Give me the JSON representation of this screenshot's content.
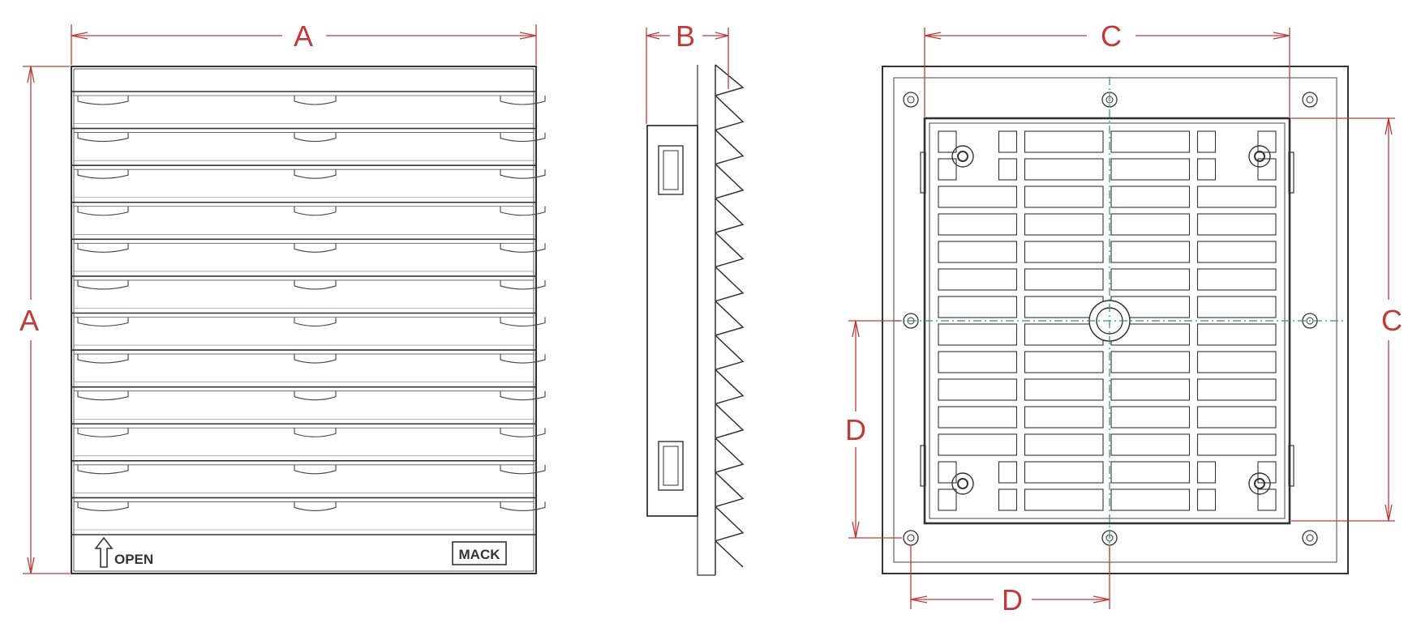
{
  "colors": {
    "outline": "#333333",
    "dimension": "#c03a3a",
    "centerline": "#2e9a4a"
  },
  "labels": {
    "front_width": "A",
    "front_height": "A",
    "side_depth": "B",
    "back_width": "C",
    "back_height": "C",
    "hole_vertical": "D",
    "hole_horizontal": "D",
    "open_text": "OPEN",
    "brand": "MACK"
  },
  "views": {
    "front": {
      "louver_count": 12
    },
    "back": {
      "grid_columns": 4,
      "grid_rows": 14
    }
  },
  "icons": {
    "open_arrow": "arrow-up-outline-icon"
  }
}
